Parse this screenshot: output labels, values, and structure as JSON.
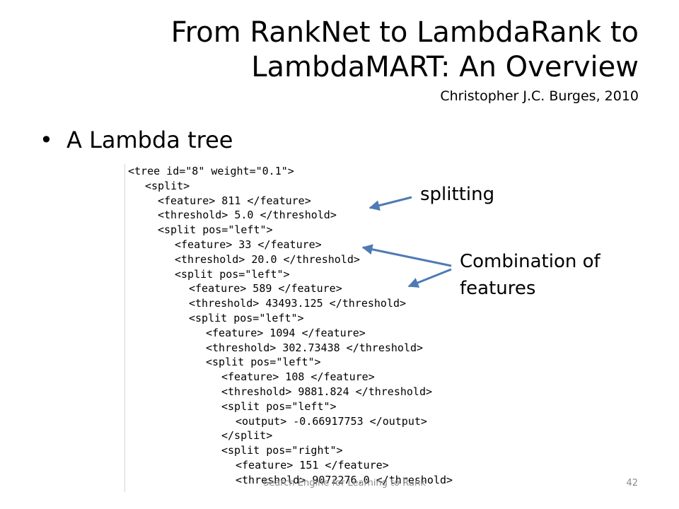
{
  "slide": {
    "title_line1": "From RankNet to LambdaRank to",
    "title_line2": "LambdaMART: An Overview",
    "byline": "Christopher J.C. Burges, 2010",
    "bullet": "A Lambda tree",
    "footer": "Search Engine for Learning to Rank",
    "page_number": "42"
  },
  "code_lines": [
    "<tree id=\"8\" weight=\"0.1\">",
    "<split>",
    "<feature> 811 </feature>",
    "<threshold> 5.0 </threshold>",
    "<split pos=\"left\">",
    "<feature> 33 </feature>",
    "<threshold> 20.0 </threshold>",
    "<split pos=\"left\">",
    "<feature> 589 </feature>",
    "<threshold> 43493.125 </threshold>",
    "<split pos=\"left\">",
    "<feature> 1094 </feature>",
    "<threshold> 302.73438 </threshold>",
    "<split pos=\"left\">",
    "<feature> 108 </feature>",
    "<threshold> 9881.824 </threshold>",
    "<split pos=\"left\">",
    "<output> -0.66917753 </output>",
    "</split>",
    "<split pos=\"right\">",
    "<feature> 151 </feature>",
    "<threshold> 9072276.0 </threshold>"
  ],
  "annotations": {
    "splitting": "splitting",
    "combination_line1": "Combination of",
    "combination_line2": "features"
  },
  "colors": {
    "arrow": "#4f7ab4",
    "code_border": "#d4d4d4"
  }
}
